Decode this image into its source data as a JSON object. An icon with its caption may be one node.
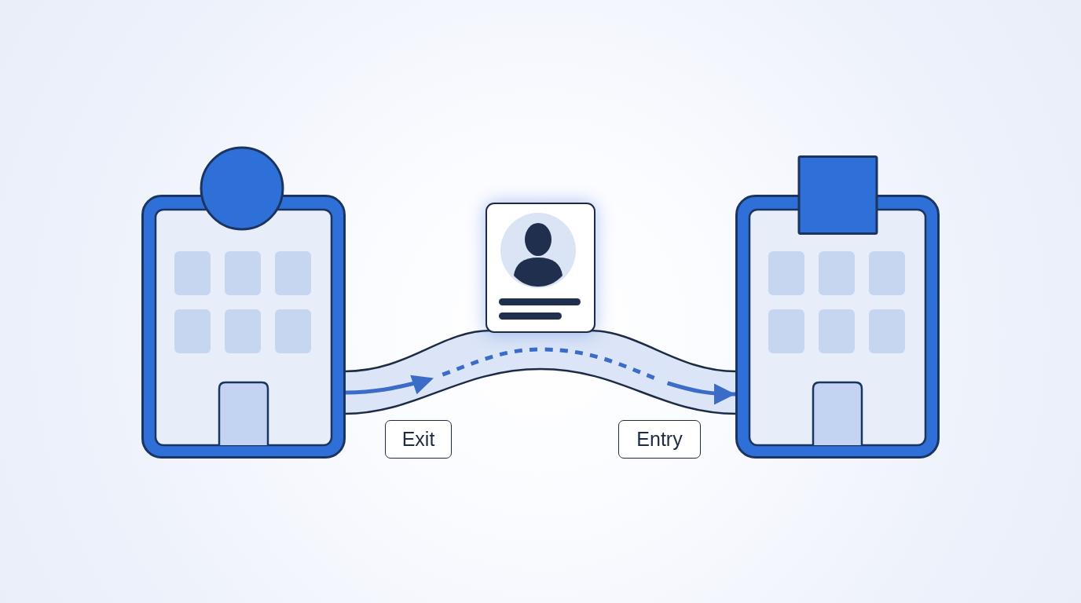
{
  "diagram": {
    "nodes": [
      {
        "text": [],
        "shape": "building"
      },
      {
        "text": [],
        "shape": "card"
      },
      {
        "text": [],
        "shape": "building"
      },
      {
        "text": [
          "Exit"
        ]
      },
      {
        "text": [
          "Entry"
        ]
      }
    ],
    "edges": [
      {
        "from": 0,
        "to": 2,
        "arrow": "to"
      }
    ]
  }
}
